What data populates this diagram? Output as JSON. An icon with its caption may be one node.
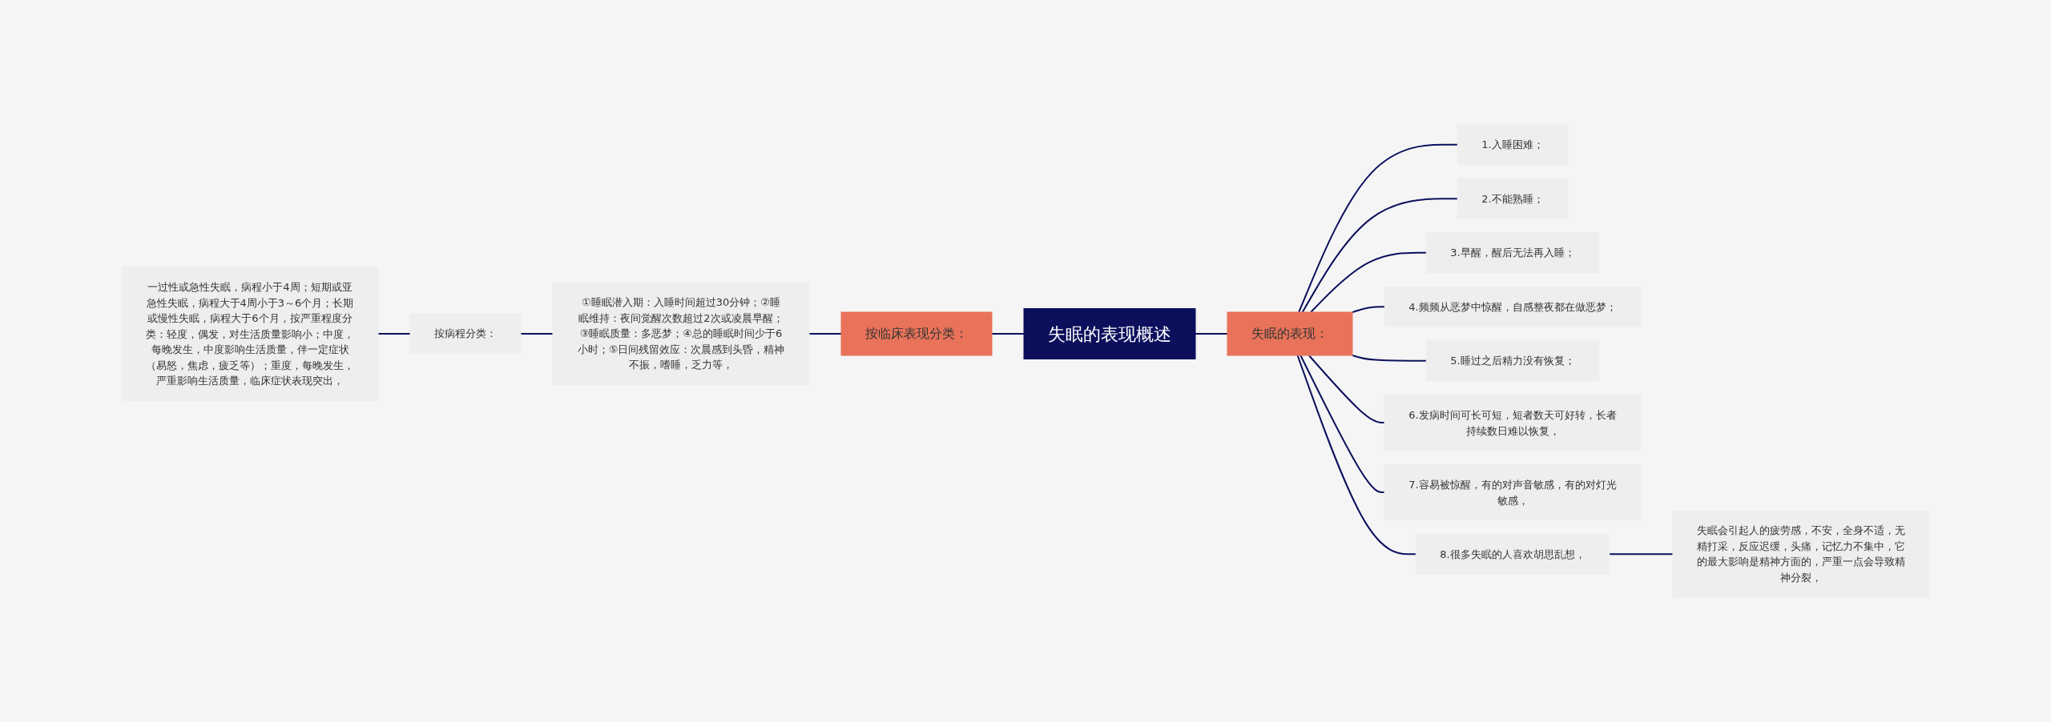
{
  "diagram": {
    "nodes": [
      {
        "text": [
          "失眠的表现概述"
        ]
      },
      {
        "text": [
          "按临床表现分类："
        ]
      },
      {
        "text": [
          "①睡眠潜入期：入睡时间超过30分钟；②睡眠维持：夜间觉醒次数超过2次或凌晨早醒；③睡眠质量：多恶梦；④总的睡眠时间少于6小时；⑤日间残留效应：次晨感到头昏，精神不振，嗜睡，乏力等，"
        ]
      },
      {
        "text": [
          "按病程分类："
        ]
      },
      {
        "text": [
          "一过性或急性失眠，病程小于4周；短期或亚急性失眠，病程大于4周小于3～6个月；长期或慢性失眠，病程大于6个月，按严重程度分类：轻度，偶发，对生活质量影响小；中度，每晚发生，中度影响生活质量，伴一定症状（易怒，焦虑，疲乏等）；重度，每晚发生，严重影响生活质量，临床症状表现突出，"
        ]
      },
      {
        "text": [
          "失眠的表现："
        ]
      },
      {
        "text": [
          "1.入睡困难；"
        ]
      },
      {
        "text": [
          "2.不能熟睡；"
        ]
      },
      {
        "text": [
          "3.早醒，醒后无法再入睡；"
        ]
      },
      {
        "text": [
          "4.频频从恶梦中惊醒，自感整夜都在做恶梦；"
        ]
      },
      {
        "text": [
          "5.睡过之后精力没有恢复；"
        ]
      },
      {
        "text": [
          "6.发病时间可长可短，短者数天可好转，长者持续数日难以恢复，"
        ]
      },
      {
        "text": [
          "7.容易被惊醒，有的对声音敏感，有的对灯光敏感，"
        ]
      },
      {
        "text": [
          "8.很多失眠的人喜欢胡思乱想，"
        ]
      },
      {
        "text": [
          "失眠会引起人的疲劳感，不安，全身不适，无精打采，反应迟缓，头痛，记忆力不集中，它的最大影响是精神方面的，严重一点会导致精神分裂，"
        ]
      }
    ],
    "edges": [
      {
        "from": 4,
        "to": 3,
        "arrow": "none"
      },
      {
        "from": 3,
        "to": 2,
        "arrow": "none"
      },
      {
        "from": 2,
        "to": 1,
        "arrow": "none"
      },
      {
        "from": 1,
        "to": 0,
        "arrow": "none"
      },
      {
        "from": 0,
        "to": 5,
        "arrow": "none"
      },
      {
        "from": 5,
        "to": 6,
        "arrow": "none"
      },
      {
        "from": 5,
        "to": 7,
        "arrow": "none"
      },
      {
        "from": 5,
        "to": 8,
        "arrow": "none"
      },
      {
        "from": 5,
        "to": 9,
        "arrow": "none"
      },
      {
        "from": 5,
        "to": 10,
        "arrow": "none"
      },
      {
        "from": 5,
        "to": 11,
        "arrow": "none"
      },
      {
        "from": 5,
        "to": 12,
        "arrow": "none"
      },
      {
        "from": 5,
        "to": 13,
        "arrow": "none"
      },
      {
        "from": 13,
        "to": 14,
        "arrow": "none"
      }
    ]
  }
}
